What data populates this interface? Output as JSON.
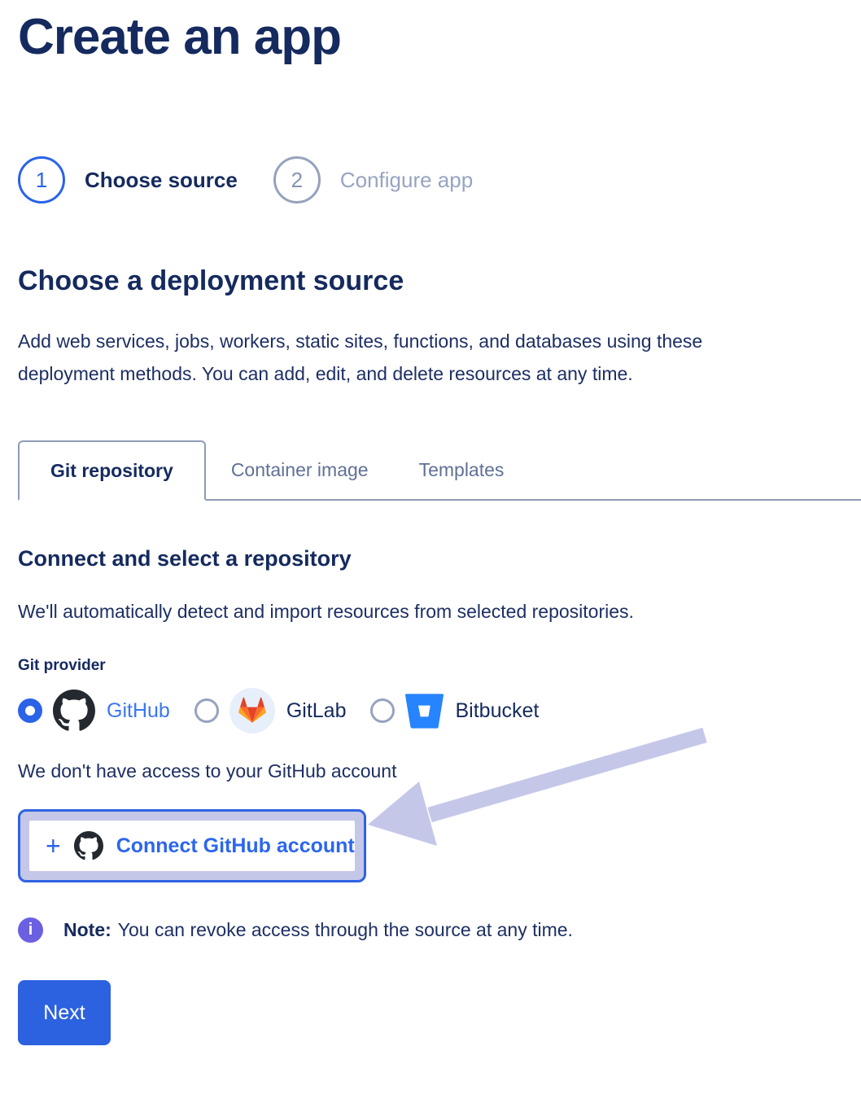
{
  "page": {
    "title": "Create an app"
  },
  "steps": [
    {
      "number": "1",
      "label": "Choose source",
      "active": true
    },
    {
      "number": "2",
      "label": "Configure app",
      "active": false
    }
  ],
  "deployment_section": {
    "heading": "Choose a deployment source",
    "description_lines": [
      "Add web services, jobs, workers, static sites, functions, and databases using these",
      "deployment methods. You can add, edit, and delete resources at any time."
    ]
  },
  "tabs": [
    {
      "label": "Git repository",
      "active": true
    },
    {
      "label": "Container image",
      "active": false
    },
    {
      "label": "Templates",
      "active": false
    }
  ],
  "repository_section": {
    "heading": "Connect and select a repository",
    "description": "We'll automatically detect and import resources from selected repositories.",
    "git_provider_label": "Git provider",
    "providers": [
      {
        "name": "GitHub",
        "selected": true
      },
      {
        "name": "GitLab",
        "selected": false
      },
      {
        "name": "Bitbucket",
        "selected": false
      }
    ],
    "no_access_message": "We don't have access to your GitHub account",
    "connect_button": {
      "plus": "+",
      "label": "Connect GitHub account"
    }
  },
  "note": {
    "prefix": "Note:",
    "text": "You can revoke access through the source at any time.",
    "info_glyph": "i"
  },
  "next_button_label": "Next",
  "icons": {
    "github": "github-octocat-icon",
    "gitlab": "gitlab-tanuki-icon",
    "bitbucket": "bitbucket-bucket-icon",
    "info": "info-icon",
    "plus": "plus-icon",
    "arrow": "annotation-arrow"
  },
  "colors": {
    "heading_navy": "#152a5e",
    "body_navy": "#1d2f63",
    "accent_blue": "#2b63e8",
    "link_blue": "#3a77f2",
    "muted_gray_blue": "#97a4c1",
    "tab_inactive": "#5f7195",
    "border_gray": "#8e9bb3",
    "arrow_lavender": "#c5c7e9",
    "note_purple": "#6b60e2",
    "github_dark": "#24292f",
    "gitlab_orange": "#fc6d26",
    "bitbucket_blue": "#2684ff",
    "next_button_blue": "#2c61e0",
    "connect_border_blue": "#2f62e3"
  }
}
